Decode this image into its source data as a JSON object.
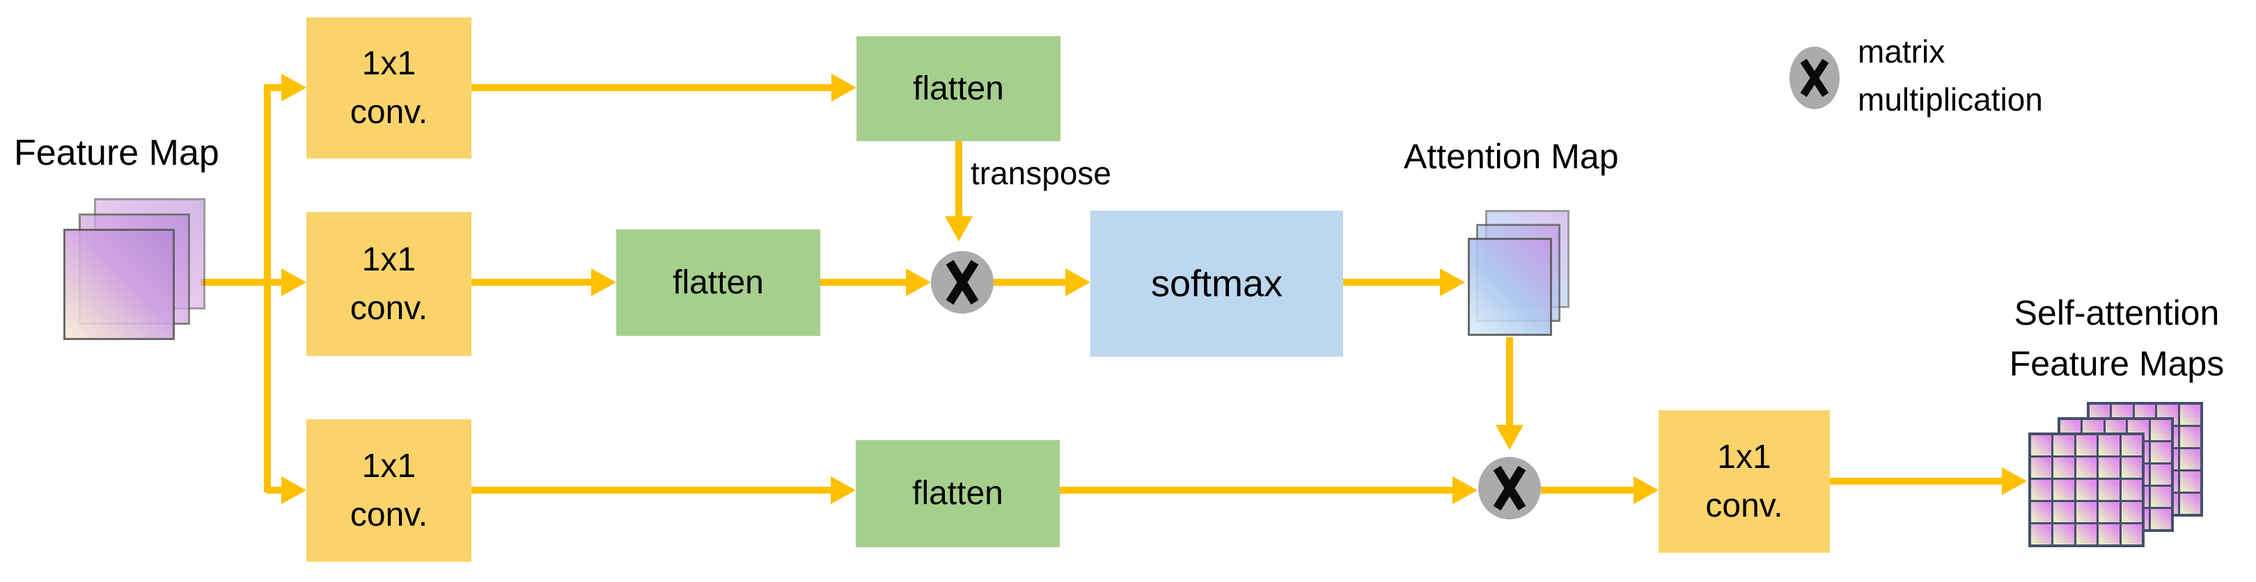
{
  "diagram": {
    "feature_map": {
      "label": "Feature Map"
    },
    "branches": {
      "top": {
        "conv": {
          "line1": "1x1",
          "line2": "conv."
        },
        "flatten": {
          "label": "flatten"
        },
        "transpose": {
          "label": "transpose"
        }
      },
      "middle": {
        "conv": {
          "line1": "1x1",
          "line2": "conv."
        },
        "flatten": {
          "label": "flatten"
        },
        "softmax": {
          "label": "softmax"
        }
      },
      "bottom": {
        "conv": {
          "line1": "1x1",
          "line2": "conv."
        },
        "flatten": {
          "label": "flatten"
        }
      }
    },
    "attention_map": {
      "label": "Attention Map"
    },
    "output": {
      "conv": {
        "line1": "1x1",
        "line2": "conv."
      },
      "label_line1": "Self-attention",
      "label_line2": "Feature Maps",
      "maps": {
        "layers": 3,
        "grid_rows": 5,
        "grid_cols": 5,
        "cells_per_layer": 25
      }
    },
    "legend": {
      "symbol": "✕",
      "line1": "matrix",
      "line2": "multiplication"
    },
    "operators": {
      "matmul_glyph": "✕"
    },
    "colors": {
      "arrow": "#FFC000",
      "conv_fill": "#FAD46B",
      "flatten_fill": "#A6CF8D",
      "softmax_fill": "#BDD7EE",
      "operator_fill": "#ABABAB",
      "operator_glyph": "#0A0A0A",
      "stack_border": "#595959",
      "grid_line": "#44506B",
      "fm_start": "#F8ECD2",
      "fm_mid": "#D0A2E2",
      "fm_end": "#B68AD8",
      "am_start": "#DDEFF7",
      "am_mid": "#AFC9F0",
      "am_end": "#C69BE6",
      "cell_start": "#E9EFC4",
      "cell_end": "#E08BEE",
      "text": "#000000"
    }
  }
}
